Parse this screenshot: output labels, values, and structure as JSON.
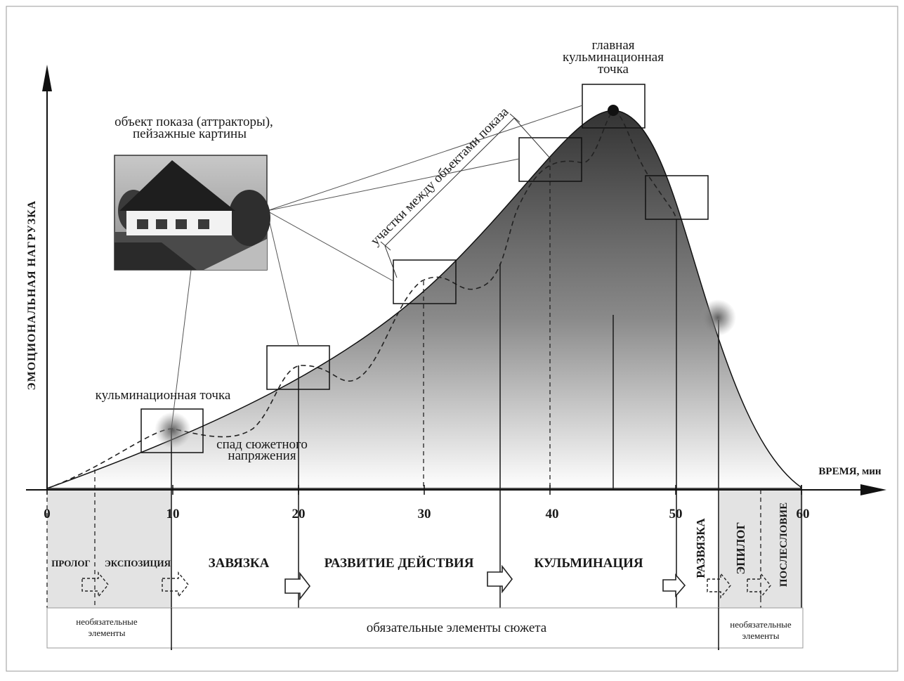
{
  "axes": {
    "y_label": "ЭМОЦИОНАЛЬНАЯ НАГРУЗКА",
    "x_label": "ВРЕМЯ, мин",
    "ticks": [
      "0",
      "10",
      "20",
      "30",
      "40",
      "50",
      "60"
    ]
  },
  "annotations": {
    "main_peak_line1": "главная",
    "main_peak_line2": "кульминационная",
    "main_peak_line3": "точка",
    "object_line1": "объект показа (аттракторы),",
    "object_line2": "пейзажные картины",
    "segments": "участки между объектами показа",
    "culmination_point": "кульминационная точка",
    "decline_line1": "спад сюжетного",
    "decline_line2": "напряжения"
  },
  "stages": {
    "prolog": "ПРОЛОГ",
    "exposition": "ЭКСПОЗИЦИЯ",
    "zavyazka": "ЗАВЯЗКА",
    "development": "РАЗВИТИЕ ДЕЙСТВИЯ",
    "culmination": "КУЛЬМИНАЦИЯ",
    "razvyazka": "РАЗВЯЗКА",
    "epilog": "ЭПИЛОГ",
    "afterword": "ПОСЛЕСЛОВИЕ"
  },
  "bottom": {
    "optional_left_1": "необязательные",
    "optional_left_2": "элементы",
    "mandatory": "обязательные элементы сюжета",
    "optional_right_1": "необязательные",
    "optional_right_2": "элементы"
  },
  "colors": {
    "curve_fill_top": "#3a3a3a",
    "curve_fill_bottom": "#ffffff",
    "optional_zone": "#e6e6e6",
    "line": "#222222"
  },
  "icons": {
    "photo": "house-photo-icon",
    "arrow": "arrow-right-icon"
  }
}
